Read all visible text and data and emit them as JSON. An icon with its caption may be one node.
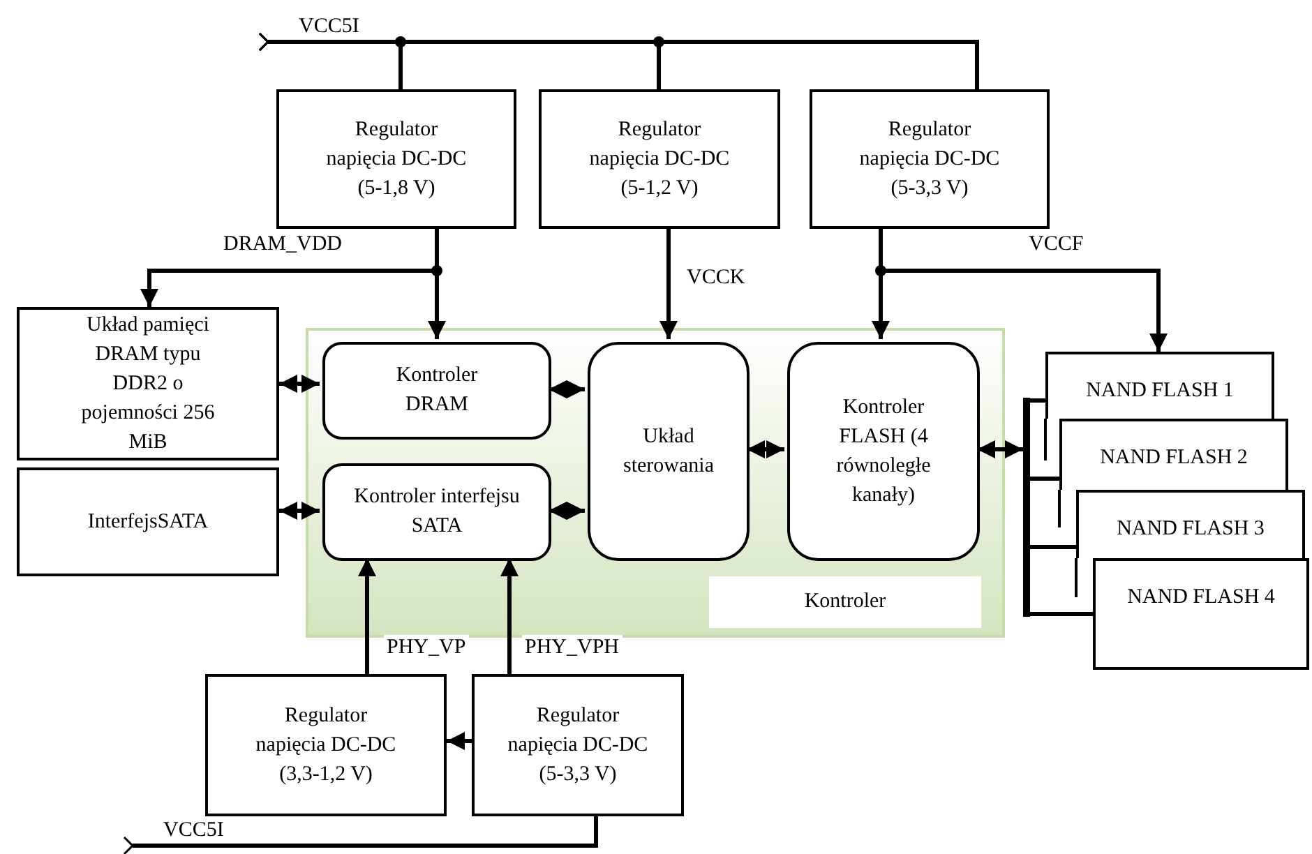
{
  "diagram": {
    "nodes": [
      {
        "text": [
          "Regulator napięcia DC-DC (5-1,8 V)"
        ]
      },
      {
        "text": [
          "Regulator napięcia DC-DC (5-1,2 V)"
        ]
      },
      {
        "text": [
          "Regulator napięcia DC-DC (5-3,3 V)"
        ]
      },
      {
        "text": [
          "Układ pamięci DRAM typu DDR2 o pojemności 256 MiB"
        ]
      },
      {
        "text": [
          "InterfejsSATA"
        ]
      },
      {
        "text": [
          "Kontroler"
        ]
      },
      {
        "text": [
          "Kontroler DRAM"
        ],
        "in": 5
      },
      {
        "text": [
          "Kontroler interfejsu SATA"
        ],
        "in": 5
      },
      {
        "text": [
          "Układ sterowania"
        ],
        "in": 5
      },
      {
        "text": [
          "Kontroler FLASH (4 równoległe kanały)"
        ],
        "in": 5
      },
      {
        "text": [
          "NAND FLASH 1"
        ]
      },
      {
        "text": [
          "NAND FLASH 2"
        ]
      },
      {
        "text": [
          "NAND FLASH 3"
        ]
      },
      {
        "text": [
          "NAND FLASH 4"
        ]
      },
      {
        "text": [
          "Regulator napięcia DC-DC (3,3-1,2 V)"
        ]
      },
      {
        "text": [
          "Regulator napięcia DC-DC (5-3,3 V)"
        ]
      },
      {
        "text": [],
        "shape": "bar"
      }
    ],
    "edges": [
      {
        "from": null,
        "to": 0,
        "arrow": "other"
      },
      {
        "from": null,
        "to": 1,
        "arrow": "other"
      },
      {
        "from": null,
        "to": 2,
        "arrow": "other"
      },
      {
        "from": 0,
        "to": 6,
        "arrow": "to"
      },
      {
        "from": 0,
        "to": 3,
        "arrow": "to",
        "label": "DRAM_VDD"
      },
      {
        "from": 1,
        "to": 8,
        "arrow": "to",
        "label": "VCCK"
      },
      {
        "from": 2,
        "to": 9,
        "arrow": "to"
      },
      {
        "from": 2,
        "to": 10,
        "arrow": "to",
        "label": "VCCF"
      },
      {
        "from": 3,
        "to": 6,
        "arrow": "both"
      },
      {
        "from": 4,
        "to": 7,
        "arrow": "both"
      },
      {
        "from": 6,
        "to": 8,
        "arrow": "both"
      },
      {
        "from": 7,
        "to": 8,
        "arrow": "both"
      },
      {
        "from": 8,
        "to": 9,
        "arrow": "both"
      },
      {
        "from": 9,
        "to": 16,
        "arrow": "both"
      },
      {
        "from": 16,
        "to": 10,
        "arrow": "none"
      },
      {
        "from": 16,
        "to": 11,
        "arrow": "none"
      },
      {
        "from": 16,
        "to": 12,
        "arrow": "none"
      },
      {
        "from": 16,
        "to": 13,
        "arrow": "none"
      },
      {
        "from": 15,
        "to": 14,
        "arrow": "to"
      },
      {
        "from": 14,
        "to": 7,
        "arrow": "to",
        "label": "PHY_VP"
      },
      {
        "from": 15,
        "to": 7,
        "arrow": "to",
        "label": "PHY_VPH"
      },
      {
        "from": null,
        "to": 15,
        "arrow": "other"
      }
    ],
    "labels": [
      "VCC5I",
      "VCC5I"
    ]
  }
}
